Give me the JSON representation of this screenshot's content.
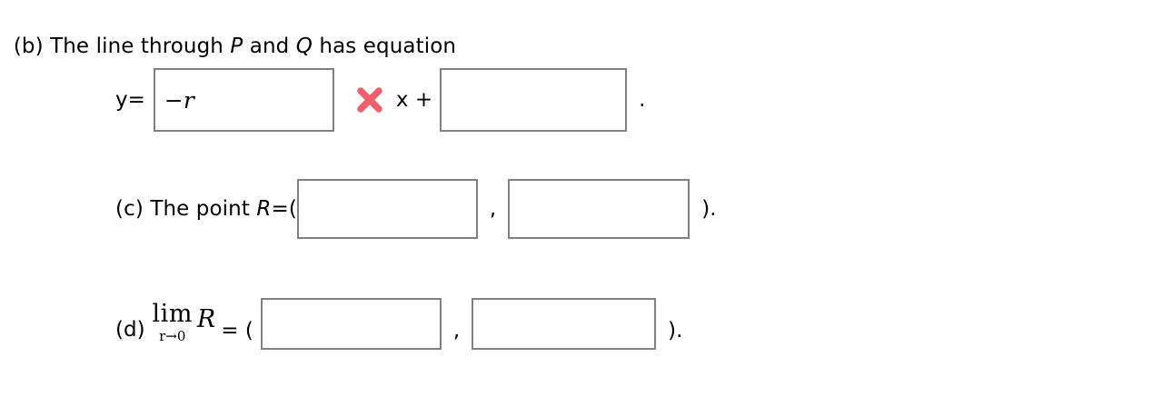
{
  "problem": {
    "part_b": {
      "label": "(b)",
      "prompt_before_p": " The line through ",
      "var_p": "P",
      "prompt_mid": " and ",
      "var_q": "Q",
      "prompt_after": " has equation",
      "equation_lead": "y=",
      "slope_value": "−r",
      "slope_placeholder": "",
      "intercept_value": "",
      "intercept_placeholder": "",
      "operator_text": "x +",
      "trailing": ".",
      "grade_icon": "wrong-x-icon",
      "grade_color": "#ef5f6e"
    },
    "part_c": {
      "label": "(c)",
      "prompt": " The point ",
      "var_r": "R",
      "open": "=(",
      "x_value": "",
      "y_value": "",
      "separator": ",",
      "closing": ")."
    },
    "part_d": {
      "label": "(d)",
      "limit_op": "lim",
      "limit_sub": "r→0",
      "limit_body": "R",
      "equals_open": "= (",
      "x_value": "",
      "y_value": "",
      "separator": ",",
      "closing": ")."
    }
  },
  "style": {
    "box_border_color": "#808080",
    "background": "#ffffff",
    "text_color": "#000000"
  }
}
